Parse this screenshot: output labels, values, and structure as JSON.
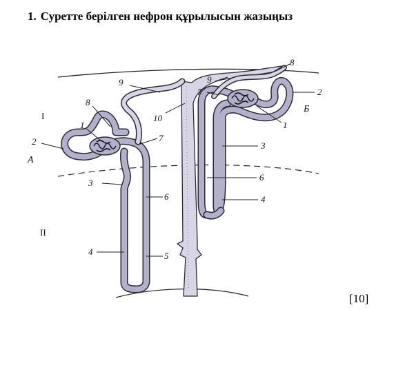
{
  "question": {
    "number": "1.",
    "text": "Суретте берілген  нефрон құрылысын жазыңыз"
  },
  "score": "[10]",
  "diagram": {
    "zones": {
      "upper": "I",
      "lower": "II",
      "left_nephron": "А",
      "right_nephron": "Б"
    },
    "labels": {
      "l1": "1",
      "l2": "2",
      "l3": "3",
      "l4": "4",
      "l5": "5",
      "l6": "6",
      "l7": "7",
      "l8": "8",
      "l9": "9",
      "l10": "10"
    },
    "colors": {
      "tube_fill": "#b3b0cc",
      "tube_stroke": "#2a2a35",
      "duct_fill": "#d8d6e6",
      "line": "#222222"
    }
  }
}
